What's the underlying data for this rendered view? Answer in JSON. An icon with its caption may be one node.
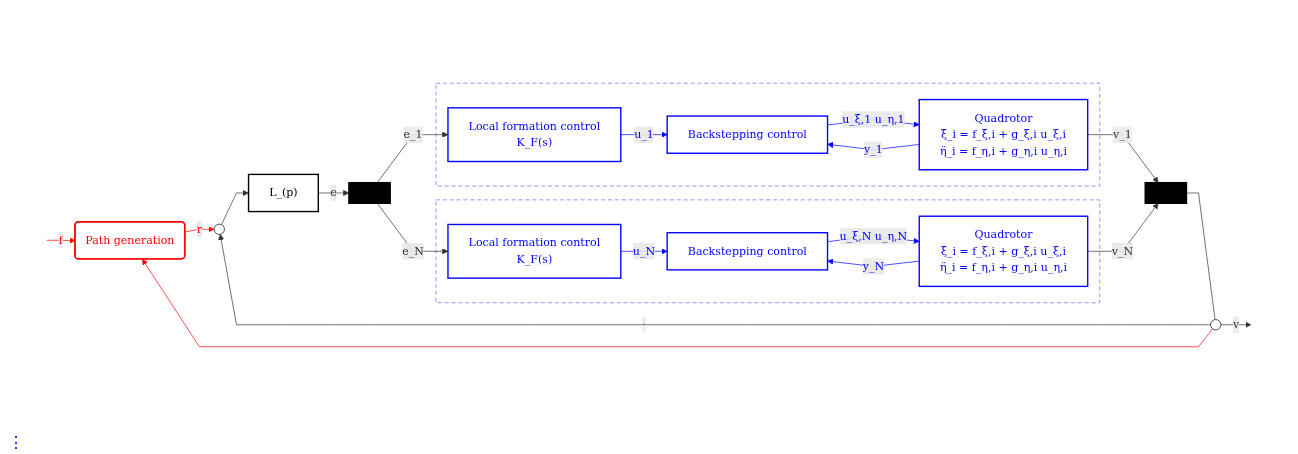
{
  "diagram": {
    "nodes": [
      {
        "text": [
          "Path generation"
        ]
      },
      {
        "text": [],
        "shape": "circle"
      },
      {
        "text": [
          "L_(p)"
        ]
      },
      {
        "text": [],
        "shape": "bar"
      },
      {
        "text": [],
        "shape": "box"
      },
      {
        "text": [
          "Local formation control",
          "K_F(s)"
        ],
        "in": 4
      },
      {
        "text": [
          "Backstepping control"
        ],
        "in": 4
      },
      {
        "text": [
          "Quadrotor",
          "ξ̈_i = f_ξ,i + g_ξ,i u_ξ,i",
          "η̈_i = f_η,i + g_η,i u_η,i"
        ],
        "in": 4
      },
      {
        "text": [],
        "shape": "box"
      },
      {
        "text": [
          "Local formation control",
          "K_F(s)"
        ],
        "in": 8
      },
      {
        "text": [
          "Backstepping control"
        ],
        "in": 8
      },
      {
        "text": [
          "Quadrotor",
          "ξ̈_i = f_ξ,i + g_ξ,i u_ξ,i",
          "η̈_i = f_η,i + g_η,i u_η,i"
        ],
        "in": 8
      },
      {
        "text": [],
        "shape": "bar"
      },
      {
        "text": [],
        "shape": "circle"
      }
    ],
    "edges": [
      {
        "from": null,
        "to": 0,
        "arrow": "to",
        "label": "f",
        "color": "#ff0000"
      },
      {
        "from": 0,
        "to": 1,
        "arrow": "to",
        "label": "r",
        "color": "#ff0000"
      },
      {
        "from": 1,
        "to": 2,
        "arrow": "to"
      },
      {
        "from": 2,
        "to": 3,
        "arrow": "to",
        "label": "e"
      },
      {
        "from": 3,
        "to": 5,
        "arrow": "to",
        "label": "e_1"
      },
      {
        "from": 5,
        "to": 6,
        "arrow": "to",
        "label": "u_1",
        "color": "#0000ff"
      },
      {
        "from": 6,
        "to": 7,
        "arrow": "to",
        "label": "u_ξ,1 u_η,1",
        "color": "#0000ff"
      },
      {
        "from": 7,
        "to": 6,
        "arrow": "to",
        "label": "y_1",
        "color": "#0000ff"
      },
      {
        "from": 7,
        "to": 12,
        "arrow": "to",
        "label": "v_1"
      },
      {
        "from": 3,
        "to": 9,
        "arrow": "to",
        "label": "e_N"
      },
      {
        "from": 9,
        "to": 10,
        "arrow": "to",
        "label": "u_N",
        "color": "#0000ff"
      },
      {
        "from": 10,
        "to": 11,
        "arrow": "to",
        "label": "u_ξ,N u_η,N",
        "color": "#0000ff"
      },
      {
        "from": 11,
        "to": 10,
        "arrow": "to",
        "label": "y_N",
        "color": "#0000ff"
      },
      {
        "from": 11,
        "to": 12,
        "arrow": "to",
        "label": "v_N"
      },
      {
        "from": 12,
        "to": 13,
        "arrow": "none"
      },
      {
        "from": 13,
        "to": null,
        "arrow": "to",
        "label": "v"
      },
      {
        "from": 13,
        "to": 1,
        "arrow": "to",
        "label": "-"
      },
      {
        "from": 13,
        "to": 0,
        "arrow": "to",
        "color": "#ff0000"
      }
    ],
    "labels": [
      "⋮"
    ]
  }
}
